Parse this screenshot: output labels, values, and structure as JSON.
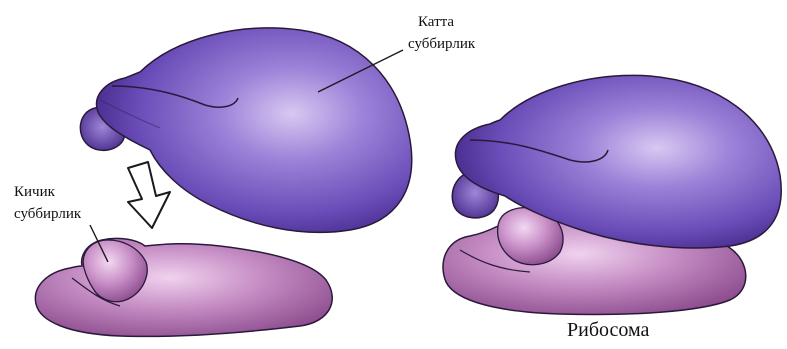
{
  "labels": {
    "large_subunit": [
      "Катта",
      "суббирлик"
    ],
    "small_subunit": [
      "Кичик",
      "суббирлик"
    ],
    "ribosome": "Рибосома"
  },
  "colors": {
    "large_subunit_light": "#bda6e6",
    "large_subunit_mid": "#7a5cc4",
    "large_subunit_dark": "#4a2e8c",
    "small_subunit_light": "#e2b6df",
    "small_subunit_mid": "#b57cb5",
    "small_subunit_dark": "#7a3f7d",
    "outline": "#2a1a3a",
    "background": "#ffffff"
  }
}
